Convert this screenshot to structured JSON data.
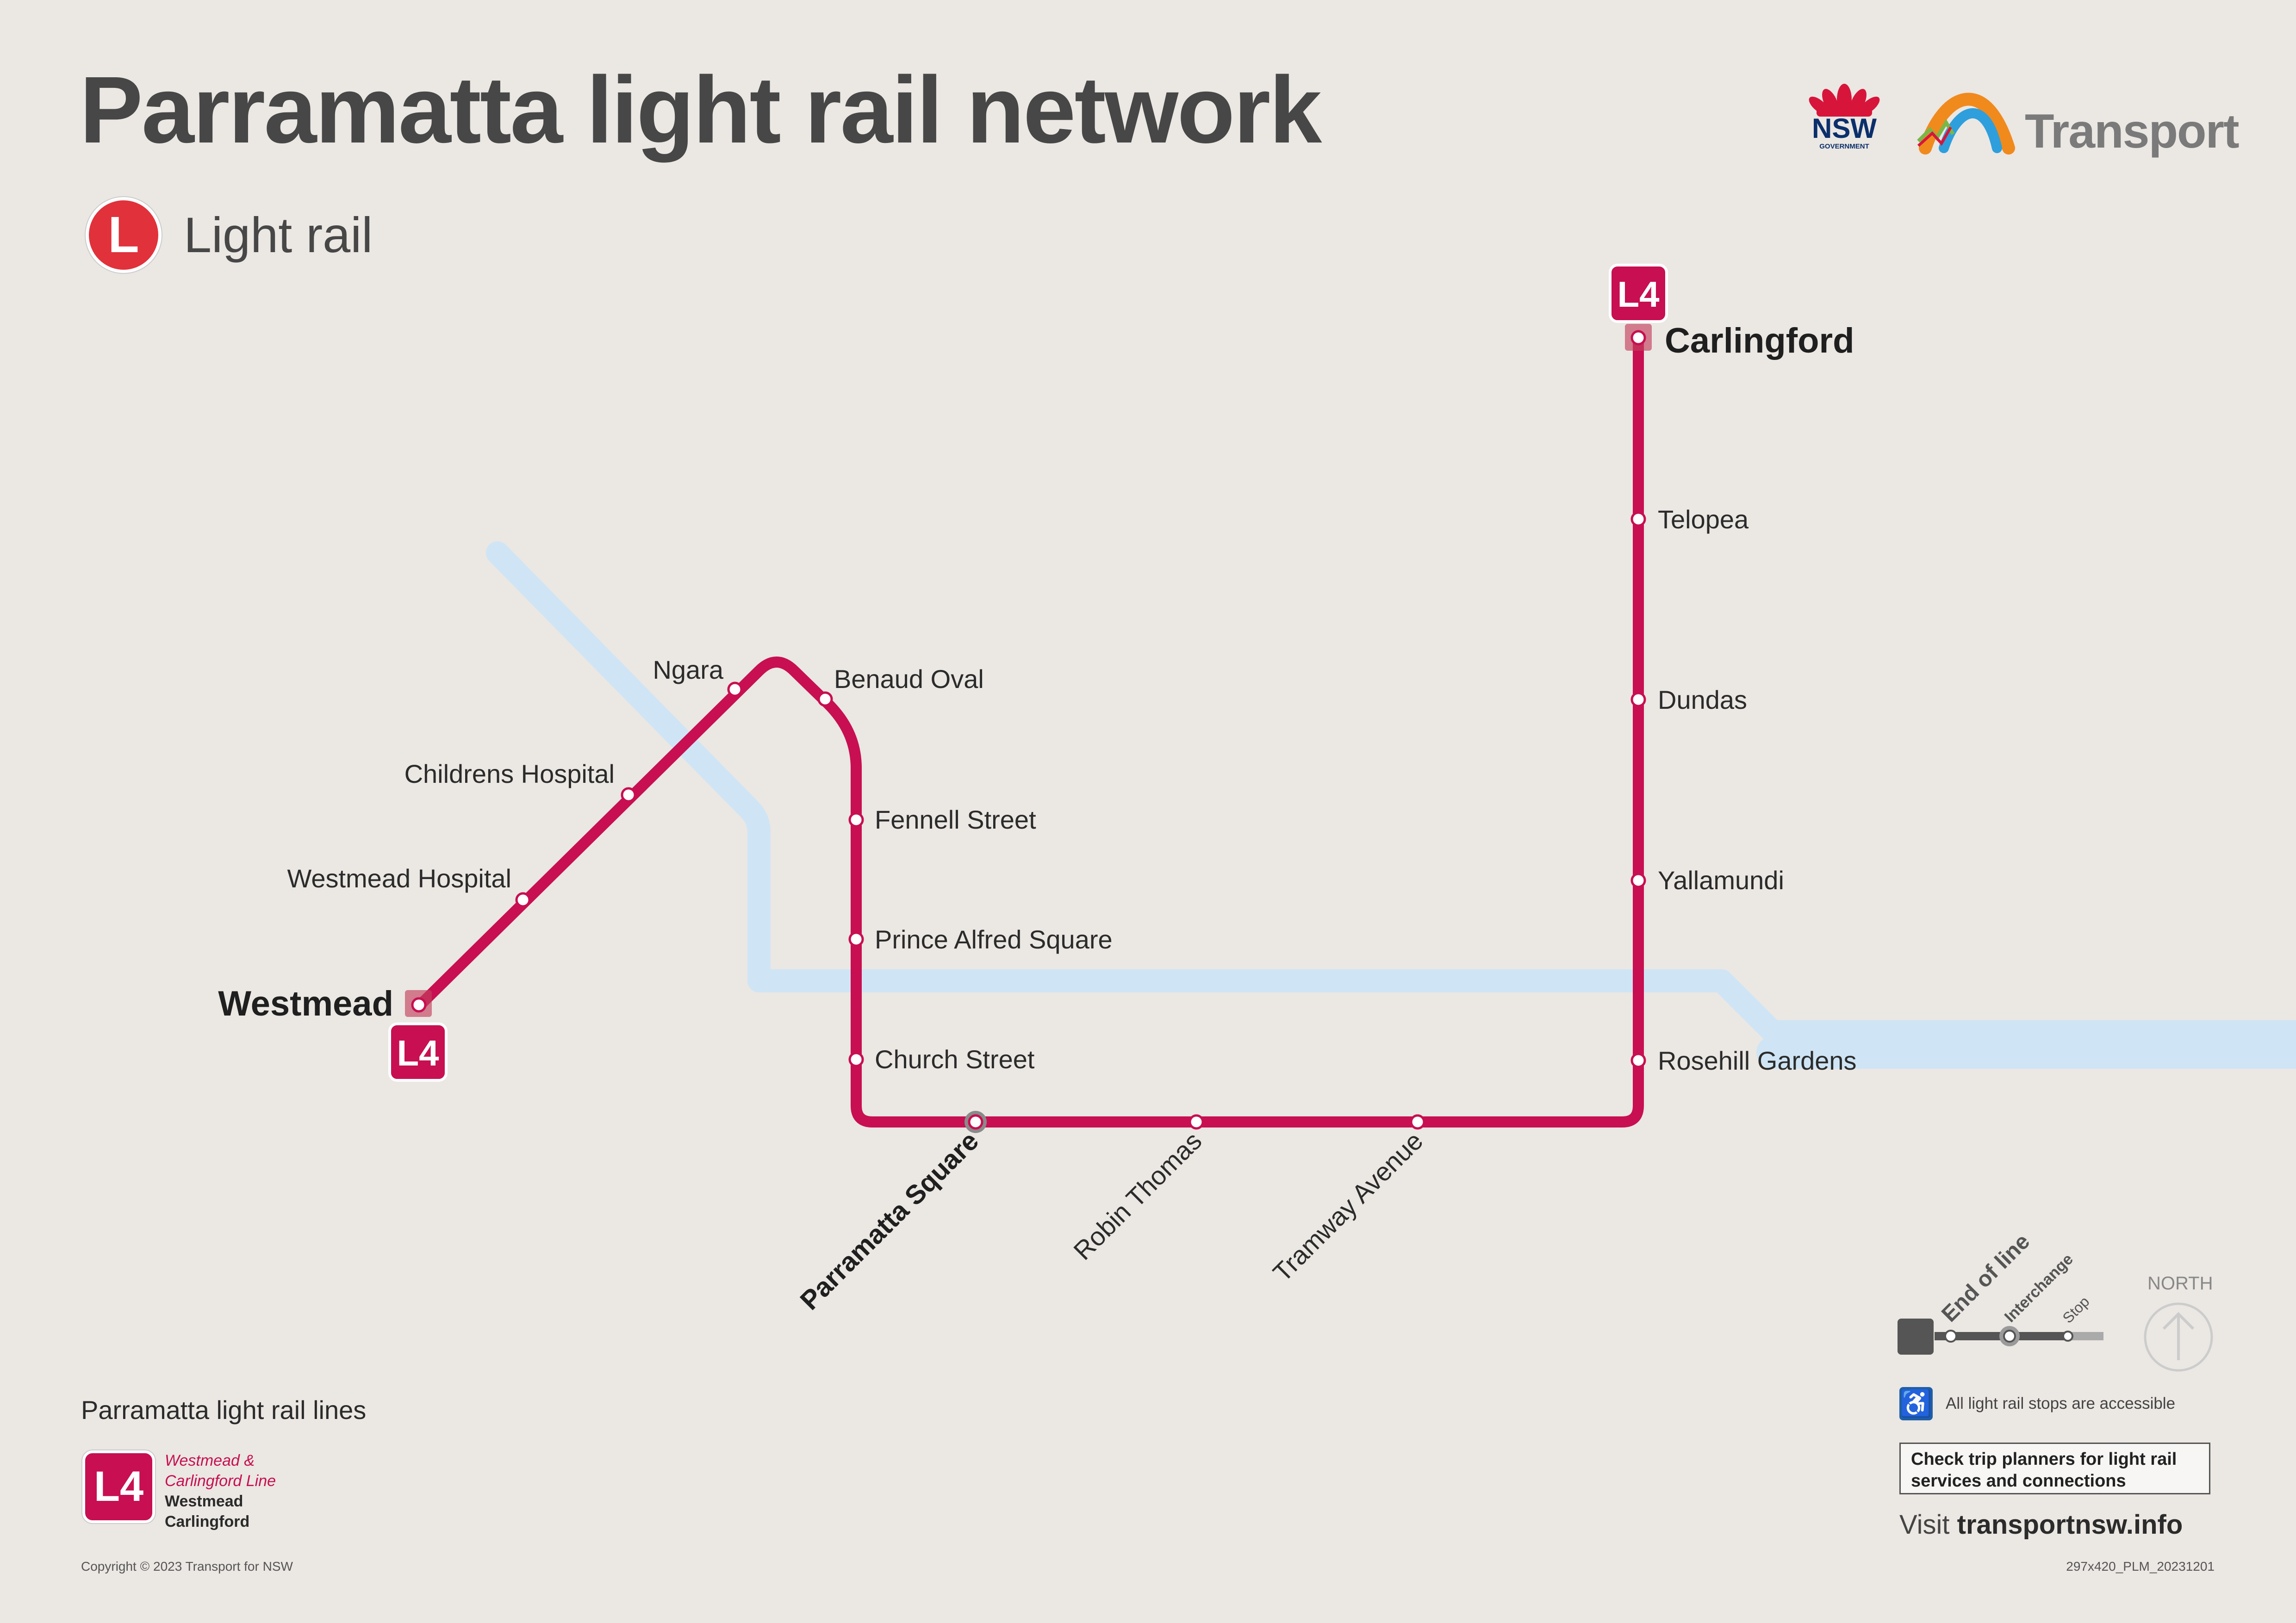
{
  "header": {
    "title": "Parramatta light rail network",
    "mode_badge_letter": "L",
    "mode_label": "Light rail"
  },
  "branding": {
    "nsw_text": "NSW",
    "nsw_sub": "GOVERNMENT",
    "transport_text": "Transport"
  },
  "line": {
    "code": "L4",
    "color": "#c70f51",
    "river_color": "#cfe5f5"
  },
  "stations": {
    "westmead": "Westmead",
    "westmead_hospital": "Westmead Hospital",
    "childrens_hospital": "Childrens Hospital",
    "ngara": "Ngara",
    "benaud_oval": "Benaud Oval",
    "fennell_street": "Fennell Street",
    "prince_alfred_square": "Prince Alfred Square",
    "church_street": "Church Street",
    "parramatta_square": "Parramatta Square",
    "robin_thomas": "Robin Thomas",
    "tramway_avenue": "Tramway Avenue",
    "rosehill_gardens": "Rosehill Gardens",
    "yallamundi": "Yallamundi",
    "dundas": "Dundas",
    "telopea": "Telopea",
    "carlingford": "Carlingford"
  },
  "legend": {
    "title": "Parramatta light rail lines",
    "line_name": "Westmead &\nCarlingford Line",
    "termini": [
      "Westmead",
      "Carlingford"
    ],
    "key_end_of_line": "End of line",
    "key_interchange": "Interchange",
    "key_stop": "Stop",
    "north": "NORTH",
    "accessible": "All light rail stops are accessible",
    "trip_planner": "Check trip planners for light rail services and connections",
    "visit_prefix": "Visit ",
    "visit_url": "transportnsw.info"
  },
  "footer": {
    "copyright": "Copyright © 2023 Transport for NSW",
    "doc_code": "297x420_PLM_20231201"
  },
  "icons": {
    "mode": "light-rail-icon",
    "accessible": "wheelchair-icon",
    "north": "north-arrow-icon",
    "nsw": "waratah-logo-icon",
    "transport": "transport-logo-icon"
  }
}
